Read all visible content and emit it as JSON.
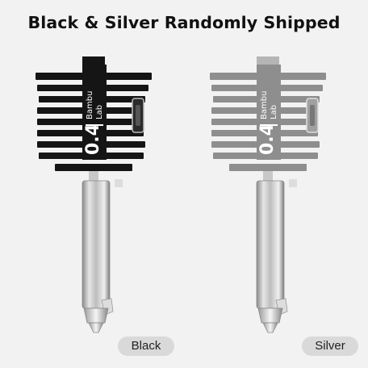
{
  "header": {
    "title": "Black & Silver Randomly Shipped"
  },
  "products": [
    {
      "label": "Black",
      "nozzle_size": "0.4",
      "brand_line1": "Bambu",
      "brand_line2": "Lab",
      "heatsink_color": "#151515",
      "heatsink_text_color": "#ffffff"
    },
    {
      "label": "Silver",
      "nozzle_size": "0.4",
      "brand_line1": "Bambu",
      "brand_line2": "Lab",
      "heatsink_color": "#8e8e8e",
      "heatsink_text_color": "#ffffff"
    }
  ]
}
